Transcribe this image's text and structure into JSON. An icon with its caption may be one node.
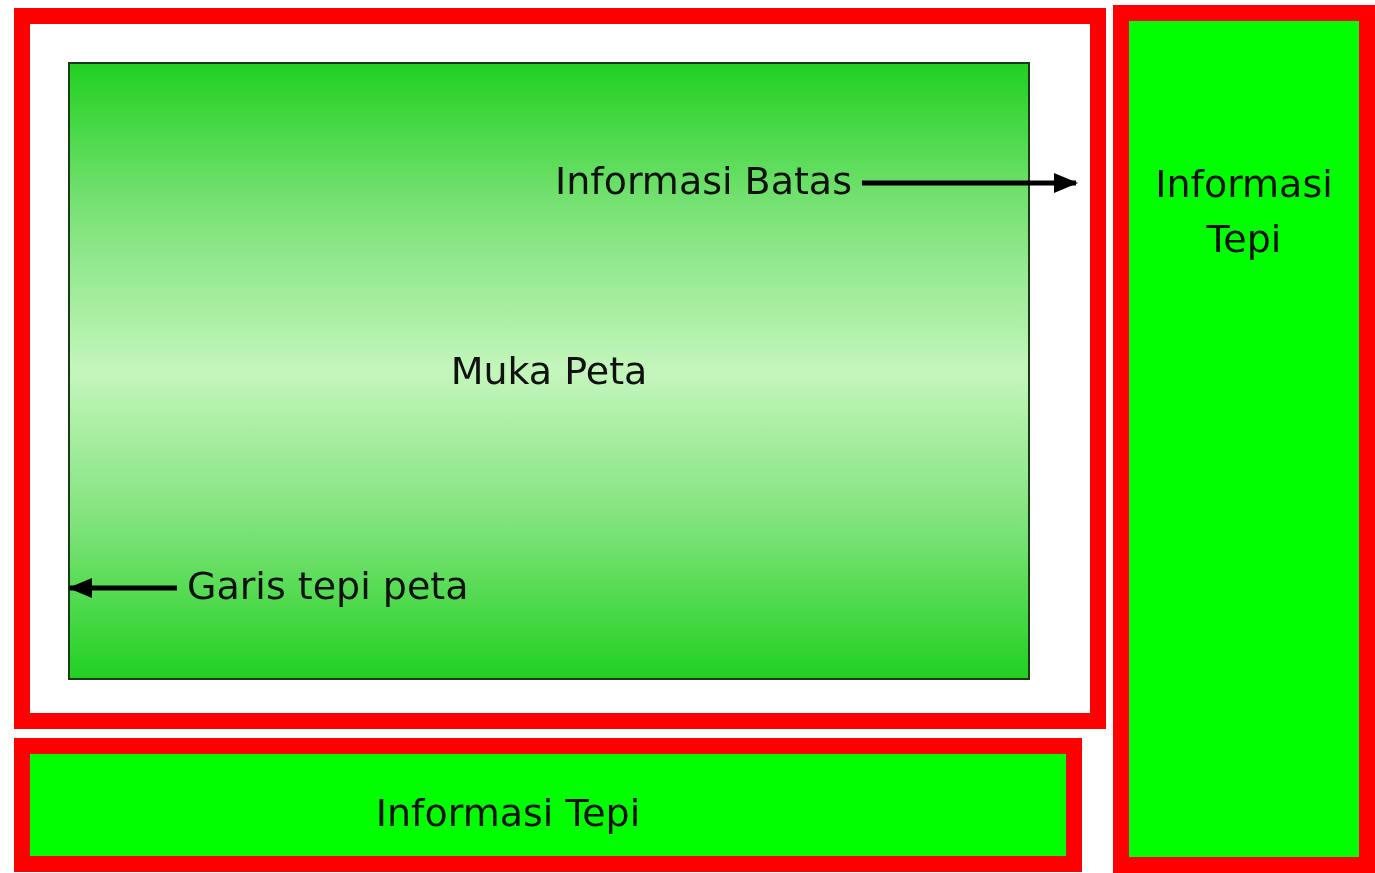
{
  "diagram": {
    "nodes": [
      {
        "text": [],
        "shape": "box"
      },
      {
        "text": [
          "Muka Peta"
        ],
        "in": 0
      },
      {
        "text": [
          "Informasi Batas"
        ],
        "in": 1
      },
      {
        "text": [
          "Garis tepi peta"
        ],
        "in": 1
      },
      {
        "text": [
          "Informasi Tepi"
        ]
      },
      {
        "text": [
          "Informasi Tepi"
        ]
      }
    ],
    "edges": [
      {
        "from": 2,
        "to": null,
        "arrow": "to"
      },
      {
        "from": 3,
        "to": 1,
        "arrow": "to"
      }
    ]
  }
}
